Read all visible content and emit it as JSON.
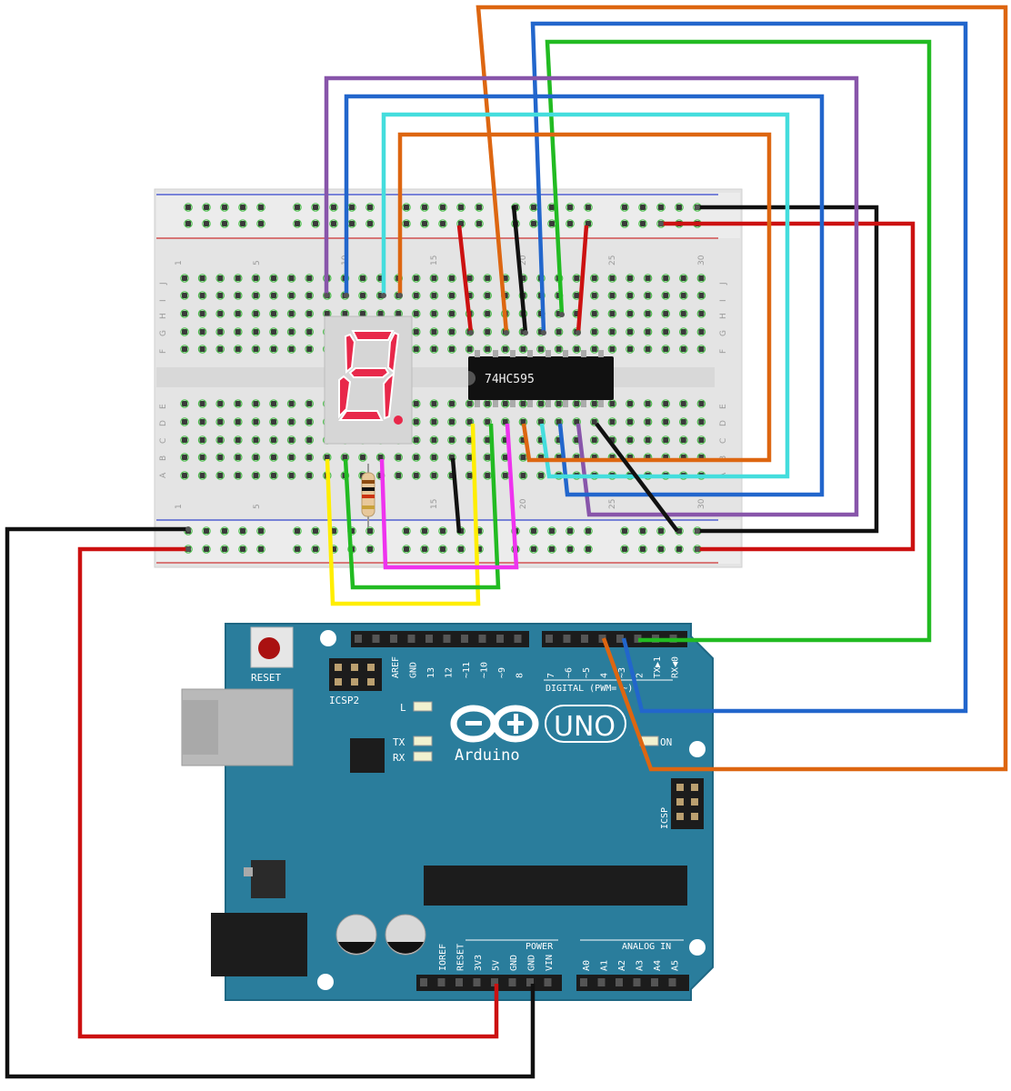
{
  "breadboard": {
    "column_numbers": [
      "1",
      "5",
      "10",
      "15",
      "20",
      "25",
      "30"
    ],
    "row_letters_top": [
      "J",
      "I",
      "H",
      "G",
      "F"
    ],
    "row_letters_bottom": [
      "E",
      "D",
      "C",
      "B",
      "A"
    ]
  },
  "seven_segment": {
    "digit": "8.",
    "segment_color": "#e8284a"
  },
  "shift_register": {
    "label": "74HC595"
  },
  "arduino": {
    "brand": "Arduino",
    "model": "UNO",
    "reset_label": "RESET",
    "icsp2_label": "ICSP2",
    "icsp_label": "ICSP",
    "digital_label": "DIGITAL (PWM= ~)",
    "power_label": "POWER",
    "analog_label": "ANALOG IN",
    "on_label": "ON",
    "l_label": "L",
    "tx_label": "TX",
    "rx_label": "RX",
    "top_header_left": [
      "AREF",
      "GND",
      "13",
      "12",
      "~11",
      "~10",
      "~9",
      "8"
    ],
    "top_header_right": [
      "7",
      "~6",
      "~5",
      "4",
      "~3",
      "2",
      "TX▶1",
      "RX◀0"
    ],
    "bottom_power": [
      "IOREF",
      "RESET",
      "3V3",
      "5V",
      "GND",
      "GND",
      "VIN"
    ],
    "bottom_analog": [
      "A0",
      "A1",
      "A2",
      "A3",
      "A4",
      "A5"
    ],
    "board_color": "#2a7d9c"
  },
  "wire_colors": {
    "black": "#111111",
    "red": "#cc1111",
    "orange": "#dd6611",
    "blue": "#2266cc",
    "green": "#22bb22",
    "purple": "#8855aa",
    "cyan": "#44dddd",
    "yellow": "#ffee00",
    "magenta": "#ee33ee"
  }
}
